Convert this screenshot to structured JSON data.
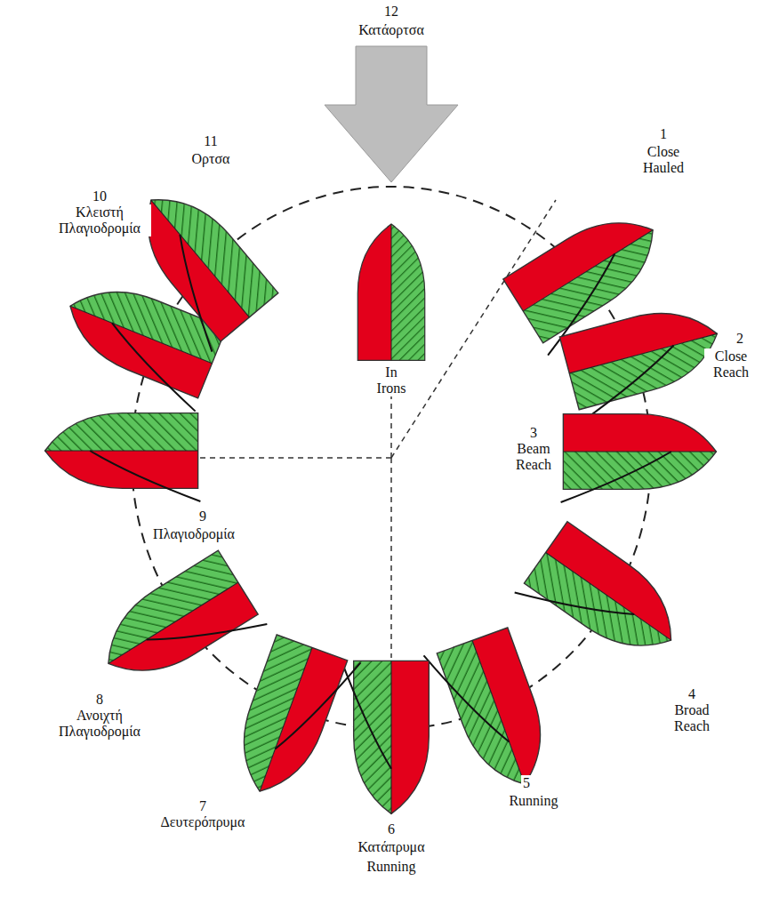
{
  "diagram": {
    "labels": [
      "12",
      "Κατάορτσα",
      "11",
      "Ορτσα",
      "1",
      "Close Hauled",
      "10",
      "Κλειστή Πλαγιοδρομία",
      "In Irons",
      "2",
      "Close Reach",
      "3",
      "Beam Reach",
      "9",
      "Πλαγιοδρομία",
      "4",
      "Broad Reach",
      "8",
      "Ανοιχτή Πλαγιοδρομία",
      "5",
      "Running",
      "7",
      "Δευτερόπρυμα",
      "6",
      "Κατάπρυμα",
      "Running"
    ]
  }
}
